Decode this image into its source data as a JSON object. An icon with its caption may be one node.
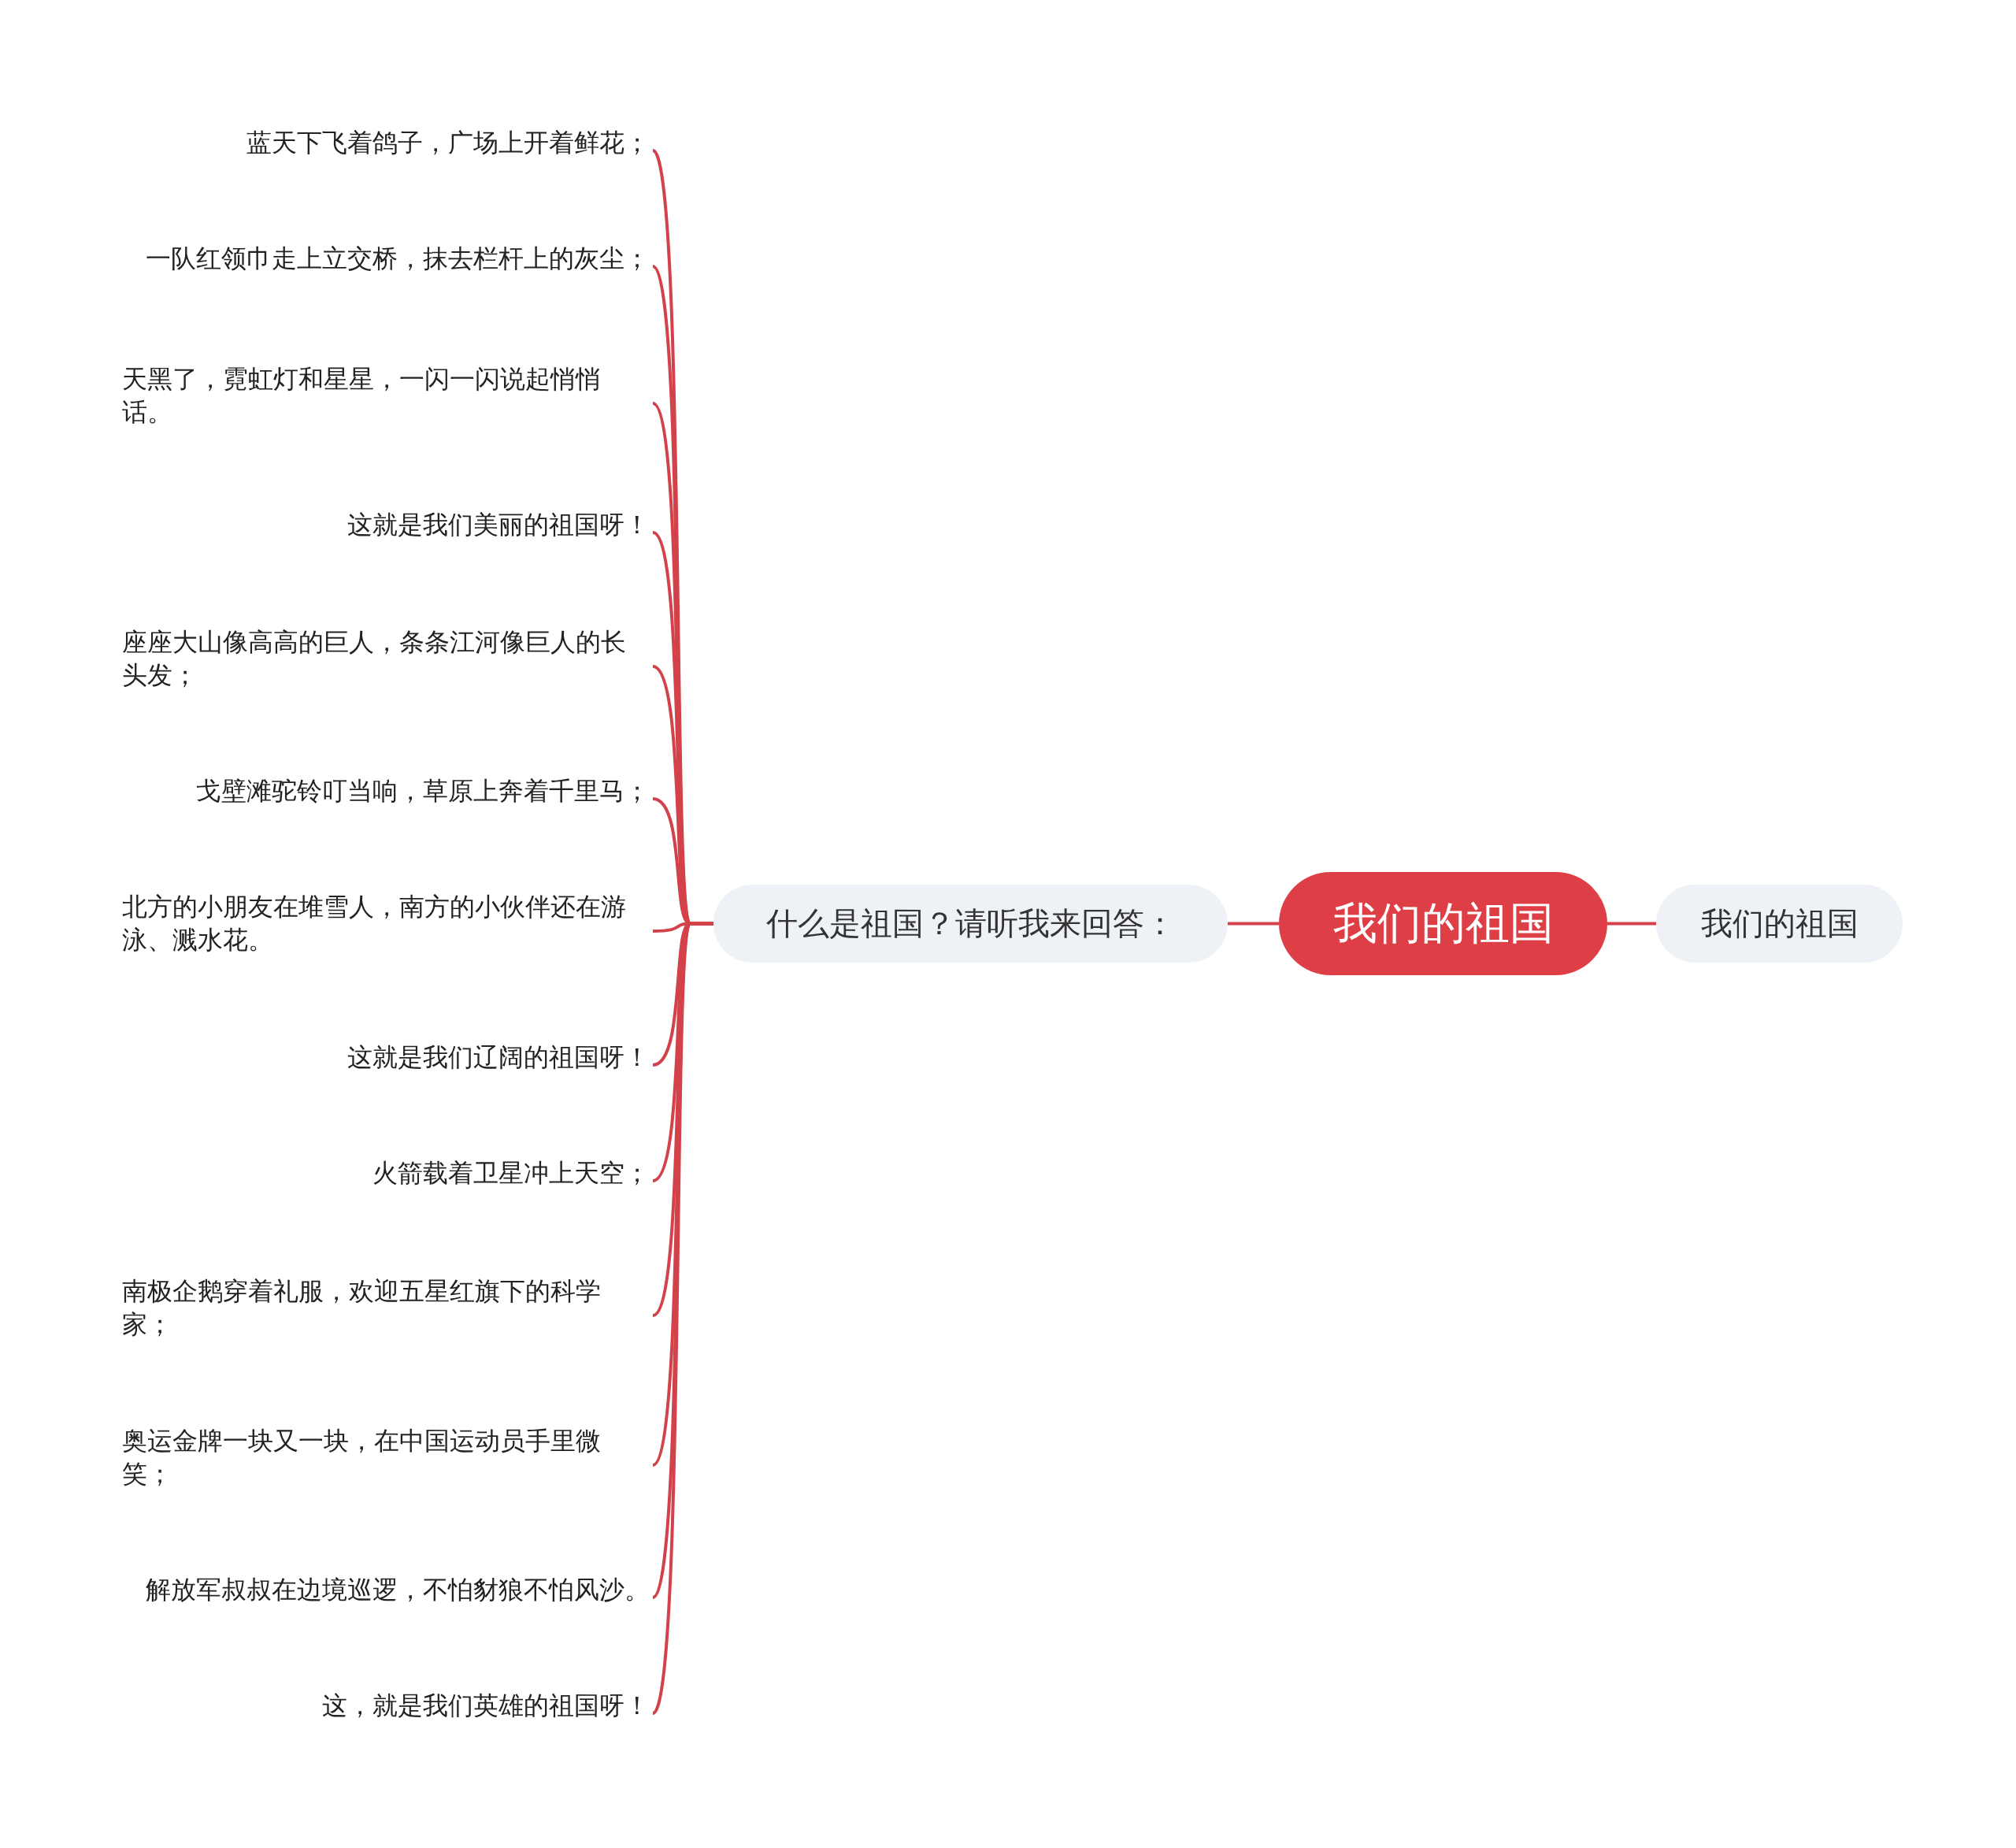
{
  "diagram": {
    "nodes": [
      {
        "text": [
          "我们的祖国"
        ]
      },
      {
        "text": [
          "什么是祖国？请听我来回答："
        ]
      },
      {
        "text": [
          "我们的祖国"
        ]
      },
      {
        "text": [
          "蓝天下飞着鸽子，广场上开着鲜花；"
        ]
      },
      {
        "text": [
          "一队红领巾走上立交桥，抹去栏杆上的灰尘；"
        ]
      },
      {
        "text": [
          "天黑了，霓虹灯和星星，一闪一闪说起悄悄话。"
        ]
      },
      {
        "text": [
          "这就是我们美丽的祖国呀！"
        ]
      },
      {
        "text": [
          "座座大山像高高的巨人，条条江河像巨人的长头发；"
        ]
      },
      {
        "text": [
          "戈壁滩驼铃叮当响，草原上奔着千里马；"
        ]
      },
      {
        "text": [
          "北方的小朋友在堆雪人，南方的小伙伴还在游泳、溅水花。"
        ]
      },
      {
        "text": [
          "这就是我们辽阔的祖国呀！"
        ]
      },
      {
        "text": [
          "火箭载着卫星冲上天空；"
        ]
      },
      {
        "text": [
          "南极企鹅穿着礼服，欢迎五星红旗下的科学家；"
        ]
      },
      {
        "text": [
          "奥运金牌一块又一块，在中国运动员手里微笑；"
        ]
      },
      {
        "text": [
          "解放军叔叔在边境巡逻，不怕豺狼不怕风沙。"
        ]
      },
      {
        "text": [
          "这，就是我们英雄的祖国呀！"
        ]
      }
    ],
    "edges": [
      {
        "from": 0,
        "to": 1,
        "arrow": "none"
      },
      {
        "from": 0,
        "to": 2,
        "arrow": "none"
      },
      {
        "from": 1,
        "to": 3,
        "arrow": "none"
      },
      {
        "from": 1,
        "to": 4,
        "arrow": "none"
      },
      {
        "from": 1,
        "to": 5,
        "arrow": "none"
      },
      {
        "from": 1,
        "to": 6,
        "arrow": "none"
      },
      {
        "from": 1,
        "to": 7,
        "arrow": "none"
      },
      {
        "from": 1,
        "to": 8,
        "arrow": "none"
      },
      {
        "from": 1,
        "to": 9,
        "arrow": "none"
      },
      {
        "from": 1,
        "to": 10,
        "arrow": "none"
      },
      {
        "from": 1,
        "to": 11,
        "arrow": "none"
      },
      {
        "from": 1,
        "to": 12,
        "arrow": "none"
      },
      {
        "from": 1,
        "to": 13,
        "arrow": "none"
      },
      {
        "from": 1,
        "to": 14,
        "arrow": "none"
      },
      {
        "from": 1,
        "to": 15,
        "arrow": "none"
      }
    ]
  }
}
